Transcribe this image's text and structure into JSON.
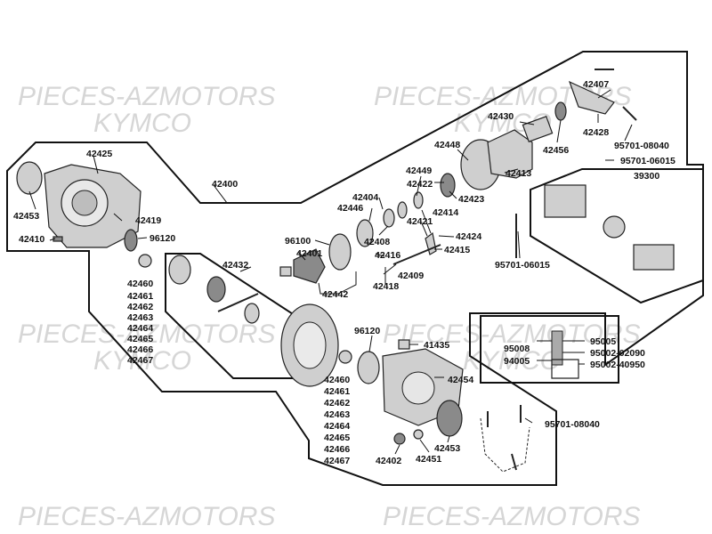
{
  "watermarks": {
    "brand_line": "PIECES-AZMOTORS",
    "maker_line": "KYMCO"
  },
  "labels": {
    "p42407": "42407",
    "p42428": "42428",
    "p95701_08040_top": "95701-08040",
    "p95701_06015_top": "95701-06015",
    "p39300": "39300",
    "p42430": "42430",
    "p42456": "42456",
    "p42448": "42448",
    "p42413": "42413",
    "p42449": "42449",
    "p42422": "42422",
    "p42423": "42423",
    "p42404": "42404",
    "p42446": "42446",
    "p42414": "42414",
    "p42421": "42421",
    "p42424": "42424",
    "p42415": "42415",
    "p96100": "96100",
    "p42408": "42408",
    "p42401": "42401",
    "p42416": "42416",
    "p42409": "42409",
    "p42418": "42418",
    "p42442": "42442",
    "p42400": "42400",
    "p42425": "42425",
    "p42453_left": "42453",
    "p42419": "42419",
    "p42410": "42410",
    "p96120_left": "96120",
    "p42432": "42432",
    "p95701_06015_mid": "95701-06015",
    "list_left": [
      "42460",
      "42461",
      "42462",
      "42463",
      "42464",
      "42465",
      "42466",
      "42467"
    ],
    "list_bottom": [
      "42460",
      "42461",
      "42462",
      "42463",
      "42464",
      "42465",
      "42466",
      "42467"
    ],
    "p96120_bottom": "96120",
    "p41435": "41435",
    "p42454": "42454",
    "p42453_bottom": "42453",
    "p42402": "42402",
    "p42451": "42451",
    "p95701_08040_bottom": "95701-08040",
    "p95008": "95008",
    "p94005": "94005",
    "p95005": "95005",
    "p95002_02090": "95002-02090",
    "p95002_40950": "95002-40950"
  }
}
